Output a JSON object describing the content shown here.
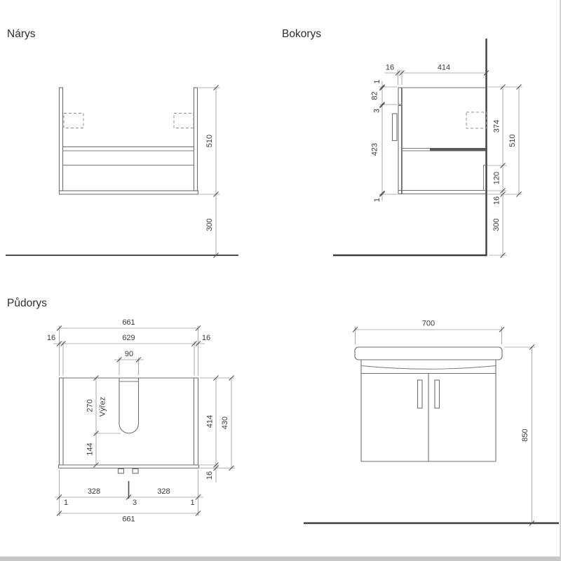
{
  "colors": {
    "object_line": "#6f6f6f",
    "heavy_line": "#3d3d3d",
    "dimension_line": "#9a9a9a",
    "text": "#3a3a3a",
    "bottom_bar": "#c6c6c6"
  },
  "views": {
    "narys": {
      "title": "Nárys",
      "dim_height": "510",
      "dim_floor_offset": "300"
    },
    "bokorys": {
      "title": "Bokorys",
      "dim_front_thickness": "16",
      "dim_depth": "414",
      "dim_top_edge": "1",
      "dim_top_rail": "82",
      "dim_gap": "3",
      "dim_door_height": "423",
      "dim_bottom_edge": "1",
      "dim_upper_zone": "374",
      "dim_lower_zone": "120",
      "dim_bottom_thickness": "16",
      "dim_total_height": "510",
      "dim_floor_offset": "300"
    },
    "pudorys": {
      "title": "Půdorys",
      "dim_width_top": "661",
      "dim_side_left": "16",
      "dim_inner_width": "629",
      "dim_side_right": "16",
      "dim_cutout_width": "90",
      "dim_cutout_depth": "270",
      "cutout_label": "Výřez",
      "dim_front_depth": "144",
      "dim_inner_depth": "414",
      "dim_total_depth": "430",
      "dim_front_thickness": "16",
      "dim_door_left": "328",
      "dim_center": "3",
      "dim_door_right": "328",
      "dim_edge_left": "1",
      "dim_edge_right": "1",
      "dim_width_bottom": "661"
    },
    "front": {
      "dim_width": "700",
      "dim_height": "850"
    }
  }
}
